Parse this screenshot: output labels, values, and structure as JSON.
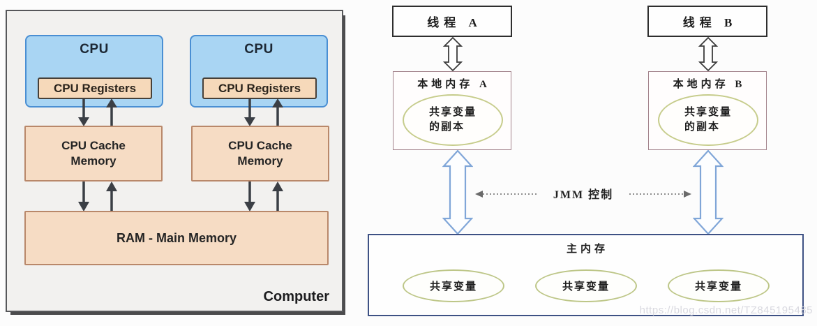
{
  "left_panel": {
    "label": "Computer",
    "cpu_a": {
      "title": "CPU",
      "registers": "CPU Registers",
      "cache": "CPU Cache Memory"
    },
    "cpu_b": {
      "title": "CPU",
      "registers": "CPU Registers",
      "cache": "CPU Cache Memory"
    },
    "ram": "RAM - Main Memory"
  },
  "right_panel": {
    "thread_a": "线程 A",
    "thread_b": "线程 B",
    "local_memory_a": {
      "title": "本地内存 A",
      "ellipse": "共享变量\n的副本"
    },
    "local_memory_b": {
      "title": "本地内存 B",
      "ellipse": "共享变量\n的副本"
    },
    "jmm_label": "JMM 控制",
    "main_memory": {
      "title": "主内存",
      "shared_vars": [
        "共享变量",
        "共享变量",
        "共享变量"
      ]
    },
    "watermark": "https://blog.csdn.net/TZ845195485"
  },
  "colors": {
    "cpu_fill": "#a9d5f3",
    "cpu_border": "#4a8fd3",
    "register_fill": "#f6d9ba",
    "register_border": "#474038",
    "cache_fill": "#f6dcc4",
    "cache_border": "#b9886a",
    "panel_bg": "#f2f1ef",
    "panel_border": "#56575a",
    "arrow": "#3b3f45",
    "thread_border": "#2e2e2e",
    "local_memory_border": "#a2838c",
    "copy_ellipse_border": "#c6cc8b",
    "big_arrow_border": "#80a6d8",
    "main_memory_border": "#3e5184",
    "shared_ellipse_border": "#bdc687",
    "dashed_line": "#6a6a6a"
  }
}
